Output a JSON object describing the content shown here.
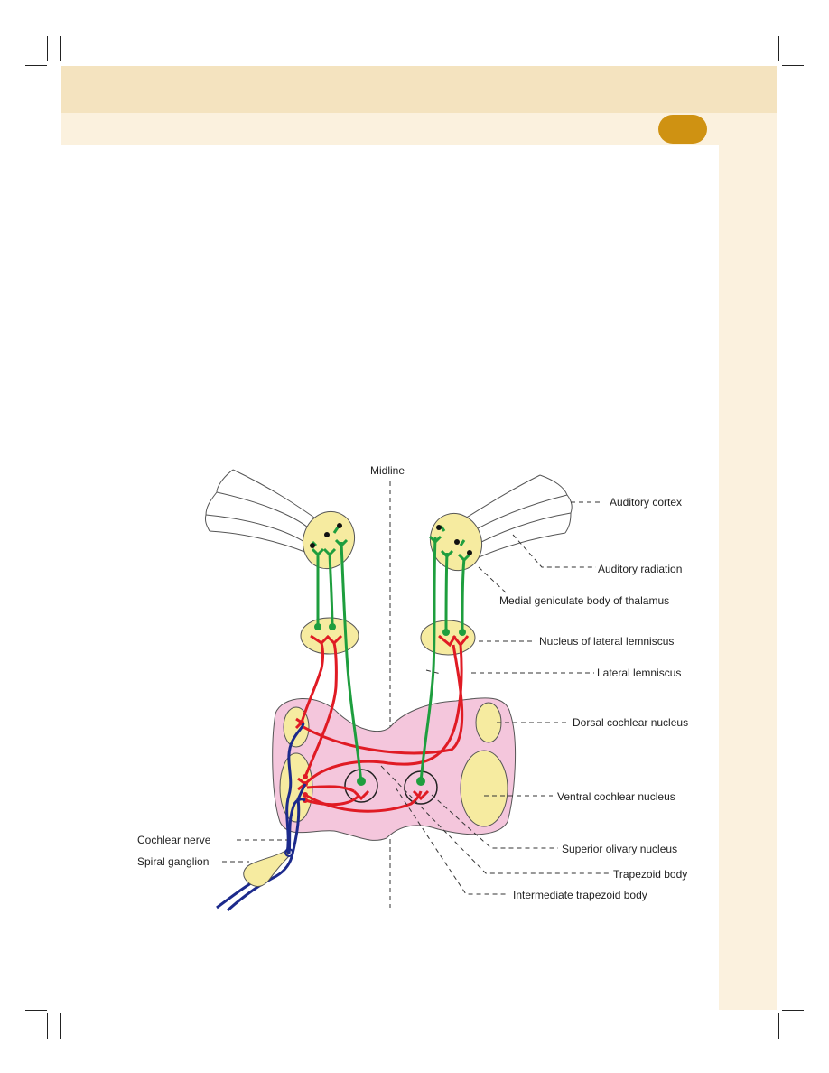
{
  "page": {
    "colors": {
      "header_band": "#f4e3bf",
      "side_band": "#fbf1de",
      "badge": "#cf9212",
      "nucleus_fill": "#f6eba0",
      "brainstem_fill": "#f4c6dc",
      "green_pathway": "#1e9e3e",
      "red_pathway": "#e01b24",
      "blue_nerve": "#1c2a8c"
    }
  },
  "diagram": {
    "midline": "Midline",
    "labels": {
      "auditory_cortex": "Auditory cortex",
      "auditory_radiation": "Auditory radiation",
      "medial_geniculate": "Medial geniculate body of thalamus",
      "nucleus_lateral_lemniscus": "Nucleus of lateral lemniscus",
      "lateral_lemniscus": "Lateral lemniscus",
      "dorsal_cochlear": "Dorsal cochlear nucleus",
      "ventral_cochlear": "Ventral cochlear nucleus",
      "superior_olivary": "Superior olivary nucleus",
      "trapezoid_body": "Trapezoid body",
      "intermediate_trapezoid": "Intermediate trapezoid body",
      "cochlear_nerve": "Cochlear nerve",
      "spiral_ganglion": "Spiral ganglion"
    }
  }
}
